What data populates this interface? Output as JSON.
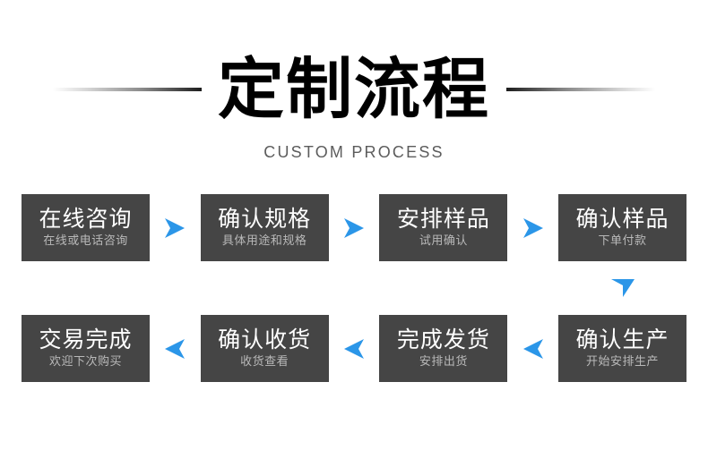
{
  "header": {
    "title": "定制流程",
    "subtitle": "CUSTOM PROCESS"
  },
  "colors": {
    "box_background": "#454545",
    "arrow_blue": "#2b96e8",
    "title_text": "#000000",
    "step_title_text": "#ffffff",
    "step_sub_text": "#b9b9b9",
    "subtitle_text": "#5c5c5c",
    "page_background": "#ffffff"
  },
  "flow": {
    "row1": [
      {
        "title": "在线咨询",
        "sub": "在线或电话咨询"
      },
      {
        "title": "确认规格",
        "sub": "具体用途和规格"
      },
      {
        "title": "安排样品",
        "sub": "试用确认"
      },
      {
        "title": "确认样品",
        "sub": "下单付款"
      }
    ],
    "row2": [
      {
        "title": "交易完成",
        "sub": "欢迎下次购买"
      },
      {
        "title": "确认收货",
        "sub": "收货查看"
      },
      {
        "title": "完成发货",
        "sub": "安排出货"
      },
      {
        "title": "确认生产",
        "sub": "开始安排生产"
      }
    ],
    "arrows": {
      "right": "arrow-right-icon",
      "left": "arrow-left-icon",
      "down": "arrow-down-icon"
    }
  }
}
